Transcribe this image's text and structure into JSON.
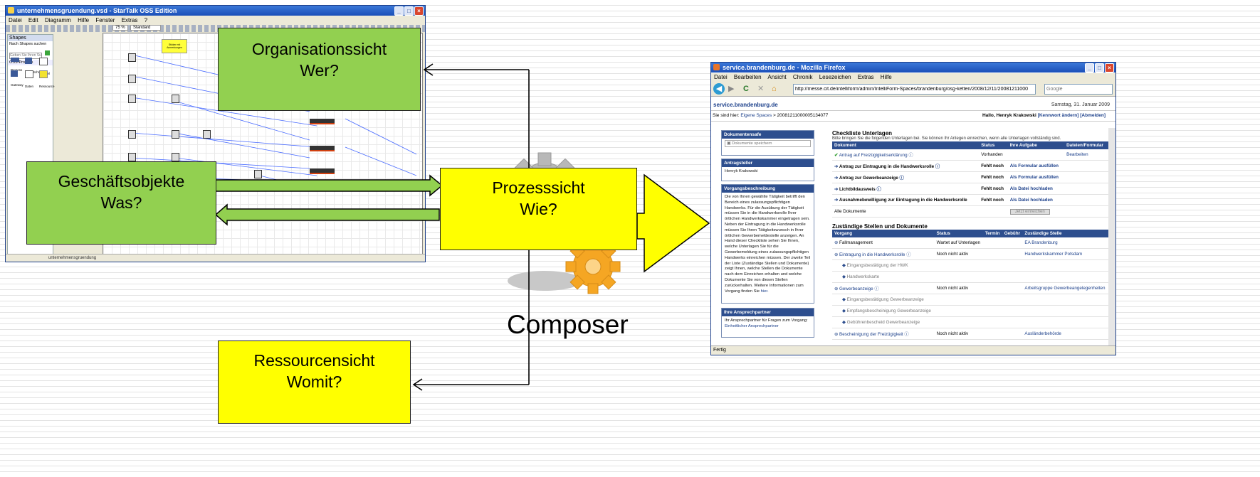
{
  "colors": {
    "green": "#92d050",
    "yellow": "#ffff00",
    "gear_gray": "#b0b0b0",
    "gear_orange": "#f5a623"
  },
  "diagram": {
    "organisation": {
      "line1": "Organisationssicht",
      "line2": "Wer?"
    },
    "geschaeft": {
      "line1": "Geschäftsobjekte",
      "line2": "Was?"
    },
    "prozess": {
      "line1": "Prozesssicht",
      "line2": "Wie?"
    },
    "ressource": {
      "line1": "Ressourcensicht",
      "line2": "Womit?"
    },
    "composer": "Composer"
  },
  "tool_window": {
    "title": "unternehmensgruendung.vsd - StarTalk OSS Edition",
    "menu": [
      "Datei",
      "Edit",
      "Diagramm",
      "Hilfe",
      "Fenster",
      "Extras",
      "?"
    ],
    "zoom": "75 %",
    "style_select": "Standard",
    "shapes_panel": {
      "header": "Shapes",
      "search_label": "Nach Shapes suchen",
      "search_placeholder": "Geben Sie Ihren Suchbeg",
      "section": "OSS-Prozess",
      "items": [
        "Prozess",
        "OSS-Schritt",
        "Parallel",
        "Gateway",
        "Daten",
        "Ressource"
      ]
    },
    "sheet_tab": "unternehmensgruendung",
    "canvas_note": "Sticker mit Anmerkungen"
  },
  "browser": {
    "title": "service.brandenburg.de - Mozilla Firefox",
    "menu": [
      "Datei",
      "Bearbeiten",
      "Ansicht",
      "Chronik",
      "Lesezeichen",
      "Extras",
      "Hilfe"
    ],
    "url": "http://messe.cit.de/intelliform/admin/IntelliForm-Spaces/brandenburg/osg-ketten/2008/12/11/20081211000",
    "search_placeholder": "Google",
    "site_name": "service.brandenburg.de",
    "date": "Samstag, 31. Januar 2009",
    "breadcrumb_prefix": "Sie sind hier:",
    "breadcrumb_link": "Eigene Spaces",
    "breadcrumb_rest": "> 20081211000005134077",
    "greeting": "Hallo, Henryk Krakowski",
    "kennwort": "[Kennwort ändern]",
    "abmelden": "[Abmelden]",
    "sidebar": {
      "dokumentensafe": {
        "header": "Dokumentensafe",
        "field": "Dokumente speichern"
      },
      "antragsteller": {
        "header": "Antragsteller",
        "name": "Henryk Krakowski"
      },
      "vorgang": {
        "header": "Vorgangsbeschreibung",
        "text": "Die von Ihnen gewählte Tätigkeit betrifft den Bereich eines zulassungspflichtigen Handwerks. Für die Ausübung der Tätigkeit müssen Sie in die Handwerksrolle Ihrer örtlichen Handwerkskammer eingetragen sein. Neben der Eintragung in die Handwerksrolle müssen Sie Ihren Tätigkeitswunsch in Ihrer örtlichen Gewerbemeldestelle anzeigen. An Hand dieser Checkliste sehen Sie Ihnen, welche Unterlagen Sie für die Gewerbemeldung eines zulassungspflichtigen Handwerks einreichen müssen. Der zweite Teil der Liste (Zuständige Stellen und Dokumente) zeigt Ihnen, welche Stellen die Dokumente nach dem Einreichen erhalten und welche Dokumente Sie von diesen Stellen zurückerhalten.",
        "more": "Weitere Informationen zum Vorgang finden Sie",
        "more_link": "hier."
      },
      "ansprech": {
        "header": "Ihre Ansprechpartner",
        "text": "Ihr Ansprechpartner für Fragen zum Vorgang:",
        "link": "Einheitlicher Ansprechpartner"
      }
    },
    "checkliste": {
      "title": "Checkliste Unterlagen",
      "subtitle": "Bitte bringen Sie die folgenden Unterlagen bei. Sie können Ihr Anlegen einreichen, wenn alle Unterlagen vollständig sind.",
      "columns": [
        "Dokument",
        "Status",
        "Ihre Aufgabe",
        "Dateien/Formular"
      ],
      "rows": [
        {
          "doc": "Antrag auf Freizügigkeitserklärung",
          "status": "Vorhanden",
          "task": "",
          "file": "Bearbeiten"
        },
        {
          "doc": "Antrag zur Eintragung in die Handwerksrolle",
          "status": "Fehlt noch",
          "task": "Als Formular ausfüllen",
          "file": ""
        },
        {
          "doc": "Antrag zur Gewerbeanzeige",
          "status": "Fehlt noch",
          "task": "Als Formular ausfüllen",
          "file": ""
        },
        {
          "doc": "Lichtbildausweis",
          "status": "Fehlt noch",
          "task": "Als Datei hochladen",
          "file": ""
        },
        {
          "doc": "Ausnahmebewilligung zur Eintragung in die Handwerksrolle",
          "status": "Fehlt noch",
          "task": "Als Datei hochladen",
          "file": ""
        }
      ],
      "all_docs": "Alle Dokumente",
      "submit": "Jetzt einreichen"
    },
    "stellen": {
      "title": "Zuständige Stellen und Dokumente",
      "columns": [
        "Vorgang",
        "Status",
        "Termin",
        "Gebühr",
        "Zuständige Stelle"
      ],
      "rows": [
        {
          "v": "Fallmanagement",
          "s": "Wartet auf Unterlagen",
          "z": "EA Brandenburg",
          "sub": false
        },
        {
          "v": "Eintragung in die Handwerksrolle",
          "s": "Noch nicht aktiv",
          "z": "Handwerkskammer Potsdam",
          "sub": false
        },
        {
          "v": "Eingangsbestätigung der HWK",
          "s": "",
          "z": "",
          "sub": true
        },
        {
          "v": "Handwerkskarte",
          "s": "",
          "z": "",
          "sub": true
        },
        {
          "v": "Gewerbeanzeige",
          "s": "Noch nicht aktiv",
          "z": "Arbeitsgruppe Gewerbeangelegenheiten",
          "sub": false
        },
        {
          "v": "Eingangsbestätigung Gewerbeanzeige",
          "s": "",
          "z": "",
          "sub": true
        },
        {
          "v": "Empfangsbescheinigung Gewerbeanzeige",
          "s": "",
          "z": "",
          "sub": true
        },
        {
          "v": "Gebührenbescheid Gewerbeanzeige",
          "s": "",
          "z": "",
          "sub": true
        },
        {
          "v": "Bescheinigung der Freizügigkeit",
          "s": "Noch nicht aktiv",
          "z": "Ausländerbehörde",
          "sub": false
        }
      ]
    },
    "status": "Fertig"
  }
}
